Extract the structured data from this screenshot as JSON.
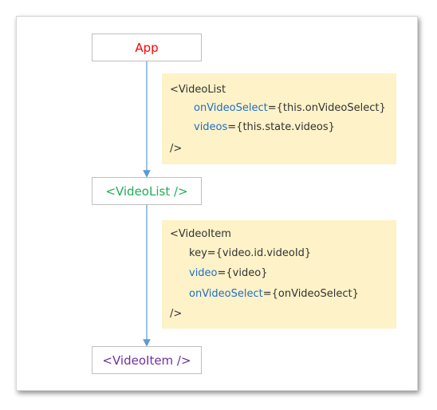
{
  "nodes": {
    "app": "App",
    "videolist": "<VideoList />",
    "videoitem": "<VideoItem />"
  },
  "notes": {
    "videolist": {
      "open": "<VideoList",
      "props": [
        {
          "name": "onVideoSelect",
          "value": "={this.onVideoSelect}"
        },
        {
          "name": "videos",
          "value": "={this.state.videos}"
        }
      ],
      "close": "/>"
    },
    "videoitem": {
      "open": "<VideoItem",
      "props": [
        {
          "name": "key",
          "value": "={video.id.videoId}"
        },
        {
          "name": "video",
          "value": "={video}"
        },
        {
          "name": "onVideoSelect",
          "value": "={onVideoSelect}"
        }
      ],
      "close": "/>"
    }
  },
  "colors": {
    "app_text": "#ff0000",
    "videolist_text": "#1fae56",
    "videoitem_text": "#7030a0",
    "prop_name": "#1f6fc5",
    "note_background": "#fdf2c8",
    "connector": "#5b9bd5"
  }
}
